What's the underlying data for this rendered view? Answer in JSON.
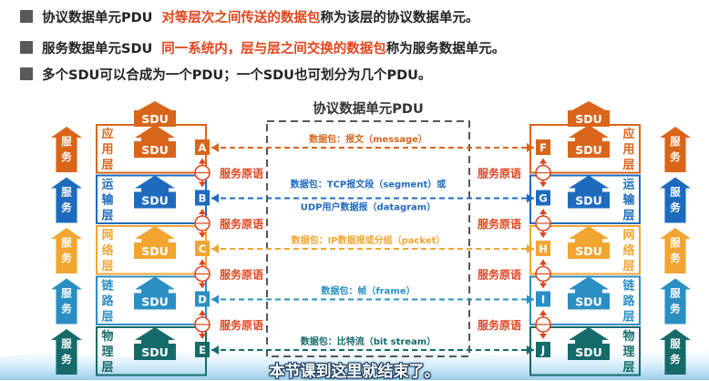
{
  "bullets": [
    {
      "term": "协议数据单元PDU",
      "highlight": "对等层次之间传送的数据包",
      "rest": "称为该层的协议数据单元。"
    },
    {
      "term": "服务数据单元SDU",
      "highlight": "同一系统内，层与层之间交换的数据包",
      "rest": "称为服务数据单元。"
    },
    {
      "term": "多个SDU可以合成为一个PDU；一个SDU也可划分为几个PDU。",
      "highlight": "",
      "rest": ""
    }
  ],
  "pdu_box_title": "协议数据单元PDU",
  "sdu_label": "SDU",
  "service_word": "服务",
  "service_primitive": "服务原语",
  "layers": [
    {
      "name": "应用层",
      "left_point": "A",
      "right_point": "F",
      "pdu": "数据包：报文（message）",
      "pdu2": "",
      "color": "#d9651a"
    },
    {
      "name": "运输层",
      "left_point": "B",
      "right_point": "G",
      "pdu": "数据包：TCP报文段（segment）或",
      "pdu2": "UDP用户数据报（datagram）",
      "color": "#1e6bbd"
    },
    {
      "name": "网络层",
      "left_point": "C",
      "right_point": "H",
      "pdu": "数据包：IP数据报或分组（packet）",
      "pdu2": "",
      "color": "#f2a531"
    },
    {
      "name": "链路层",
      "left_point": "D",
      "right_point": "I",
      "pdu": "数据包：帧（frame）",
      "pdu2": "",
      "color": "#2b8fc3"
    },
    {
      "name": "物理层",
      "left_point": "E",
      "right_point": "J",
      "pdu": "数据包：比特流（bit stream）",
      "pdu2": "",
      "color": "#166b6a"
    }
  ],
  "caption": "本节课到这里就结束了。"
}
